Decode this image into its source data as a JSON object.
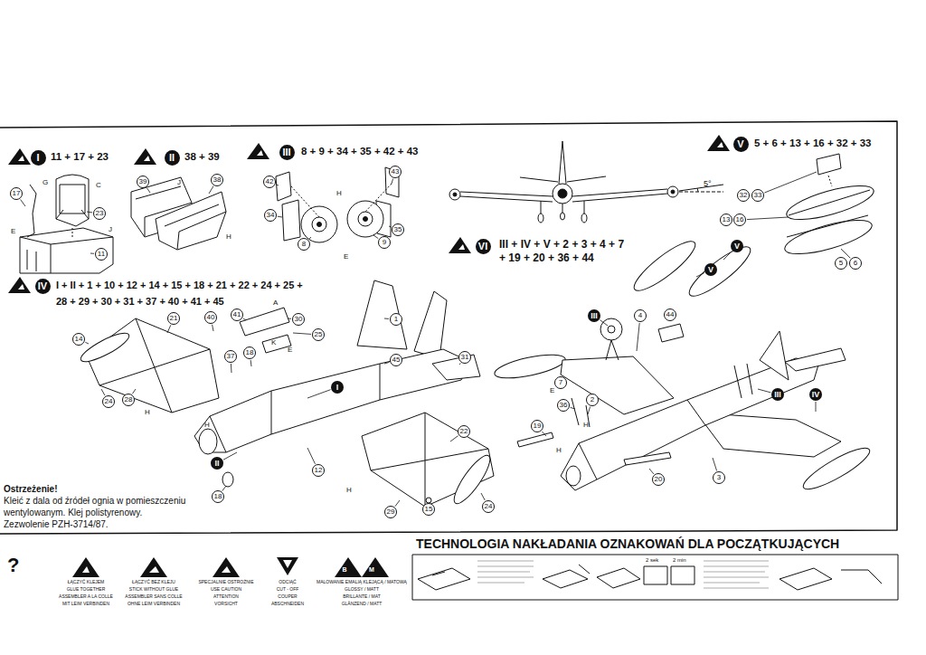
{
  "diagram": {
    "title": "TECHNOLOGIA NAKŁADANIA OZNAKOWAŃ DLA POCZĄTKUJĄCYCH",
    "nodes": [
      {
        "text": [
          "I"
        ]
      },
      {
        "text": [
          "II"
        ]
      },
      {
        "text": [
          "III"
        ]
      },
      {
        "text": [
          "V"
        ]
      },
      {
        "text": [
          "17"
        ]
      },
      {
        "text": [
          "23"
        ]
      },
      {
        "text": [
          "11"
        ]
      },
      {
        "text": [
          "39"
        ]
      },
      {
        "text": [
          "38"
        ]
      },
      {
        "text": [
          "42"
        ]
      },
      {
        "text": [
          "43"
        ]
      },
      {
        "text": [
          "34"
        ]
      },
      {
        "text": [
          "35"
        ]
      },
      {
        "text": [
          "8"
        ]
      },
      {
        "text": [
          "9"
        ]
      },
      {
        "text": [
          "32"
        ]
      },
      {
        "text": [
          "33"
        ]
      },
      {
        "text": [
          "13"
        ]
      },
      {
        "text": [
          "16"
        ]
      },
      {
        "text": [
          "5"
        ]
      },
      {
        "text": [
          "6"
        ]
      },
      {
        "text": [
          "VI"
        ]
      },
      {
        "text": [
          "IV"
        ]
      },
      {
        "text": [
          "14"
        ]
      },
      {
        "text": [
          "21"
        ]
      },
      {
        "text": [
          "40"
        ]
      },
      {
        "text": [
          "41"
        ]
      },
      {
        "text": [
          "30"
        ]
      },
      {
        "text": [
          "25"
        ]
      },
      {
        "text": [
          "18"
        ]
      },
      {
        "text": [
          "37"
        ]
      },
      {
        "text": [
          "1"
        ]
      },
      {
        "text": [
          "45"
        ]
      },
      {
        "text": [
          "31"
        ]
      },
      {
        "text": [
          "24"
        ]
      },
      {
        "text": [
          "28"
        ]
      },
      {
        "text": [
          "I"
        ]
      },
      {
        "text": [
          "II"
        ]
      },
      {
        "text": [
          "12"
        ]
      },
      {
        "text": [
          "18"
        ]
      },
      {
        "text": [
          "22"
        ]
      },
      {
        "text": [
          "29"
        ]
      },
      {
        "text": [
          "15"
        ]
      },
      {
        "text": [
          "24"
        ]
      },
      {
        "text": [
          "III"
        ]
      },
      {
        "text": [
          "4"
        ]
      },
      {
        "text": [
          "44"
        ]
      },
      {
        "text": [
          "V"
        ]
      },
      {
        "text": [
          "V"
        ]
      },
      {
        "text": [
          "III"
        ]
      },
      {
        "text": [
          "IV"
        ]
      },
      {
        "text": [
          "7"
        ]
      },
      {
        "text": [
          "36"
        ]
      },
      {
        "text": [
          "2"
        ]
      },
      {
        "text": [
          "19"
        ]
      },
      {
        "text": [
          "20"
        ]
      },
      {
        "text": [
          "3"
        ]
      }
    ],
    "labels": [
      "11 + 17 + 23",
      "38 + 39",
      "8 + 9 + 34 + 35 + 42 + 43",
      "5 + 6 + 13 + 16 + 32 + 33",
      "III + IV + V + 2 + 3 + 4 + 7 + 19 + 20 + 36 + 44",
      "I + II + 1 + 10 + 12 + 14 + 15 + 18 + 21 + 22 + 24 + 25 + 28 + 29 + 30 + 31 + 37 + 40 + 41 + 45",
      "G",
      "C",
      "E",
      "J",
      "J",
      "H",
      "H",
      "E",
      "A",
      "K",
      "E",
      "H",
      "H",
      "H",
      "E",
      "H",
      "H",
      "5°",
      "Ostrzeżenie!",
      "Kleić z dala od źródeł ognia w pomieszczeniu",
      "wentylowanym. Klej polistyrenowy.",
      "Zezwolenie PZH-3714/87.",
      "ŁĄCZYĆ KLEJEM",
      "GLUE TOGETHER",
      "ASSEMBLER A LA COLLE",
      "MIT LEIM VERBINDEN",
      "ŁĄCZYĆ BEZ KLEJU",
      "STICK WITHOUT GLUE",
      "ASSEMBLER SANS COLLE",
      "OHNE LEIM VERBINDEN",
      "SPECJALNIE OSTROŻNIE",
      "USE CAUTION",
      "ATTENTION",
      "VORSICHT",
      "ODCIĄĆ",
      "CUT - OFF",
      "COUPER",
      "ABSCHNEIDEN",
      "MALOWANIE EMALIĄ KLEJĄCĄ / MATOWĄ",
      "GLOSSY / MATT",
      "BRILLANTE / MAT",
      "GLÄNZEND / MATT",
      "2 sek",
      "2 min",
      "?",
      "B",
      "M"
    ]
  }
}
